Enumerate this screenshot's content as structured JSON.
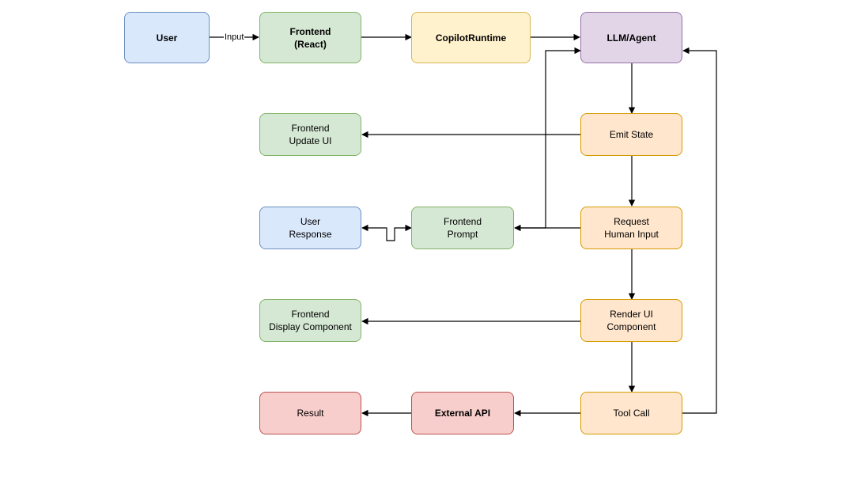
{
  "nodes": {
    "user": "User",
    "frontend_react": "Frontend\n(React)",
    "copilot_runtime": "CopilotRuntime",
    "llm_agent": "LLM/Agent",
    "frontend_update_ui": "Frontend\nUpdate UI",
    "emit_state": "Emit State",
    "user_response": "User\nResponse",
    "frontend_prompt": "Frontend\nPrompt",
    "request_human_input": "Request\nHuman Input",
    "frontend_display_component": "Frontend\nDisplay Component",
    "render_ui_component": "Render UI\nComponent",
    "result": "Result",
    "external_api": "External API",
    "tool_call": "Tool Call"
  },
  "edge_labels": {
    "user_to_frontend": "Input"
  },
  "colors": {
    "user": "#dae8fc",
    "frontend": "#d5e8d4",
    "runtime": "#fff2cc",
    "agent": "#e1d5e7",
    "agent_steps": "#ffe6cc",
    "external": "#f8cecc"
  }
}
